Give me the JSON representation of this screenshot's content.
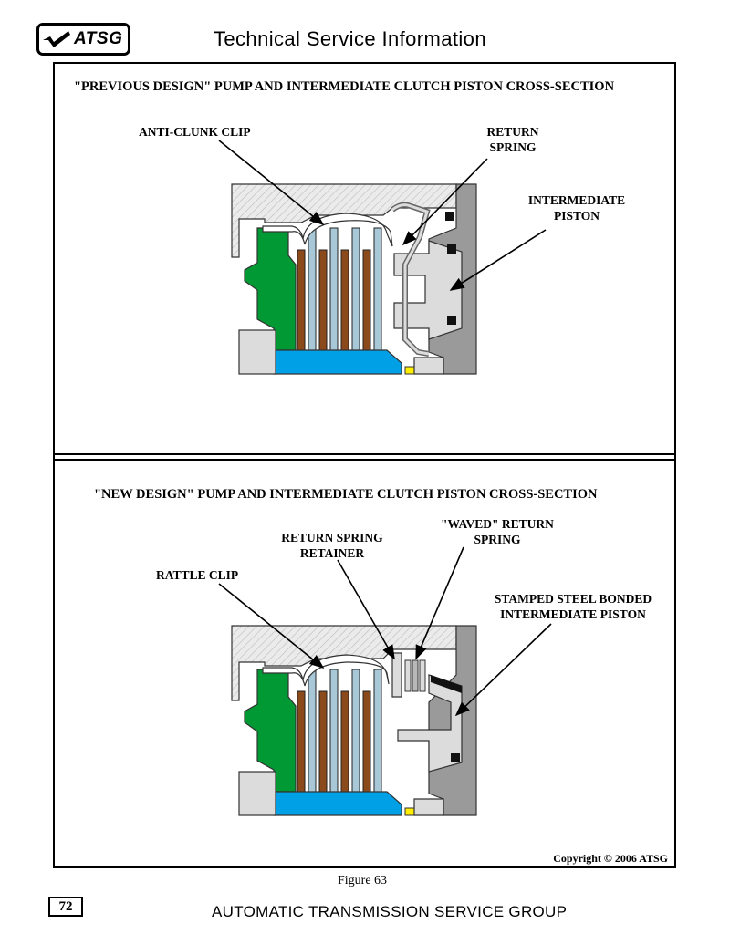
{
  "header": {
    "logo_text": "ATSG",
    "title": "Technical Service Information"
  },
  "top_section": {
    "title": "\"PREVIOUS DESIGN\" PUMP AND INTERMEDIATE CLUTCH PISTON CROSS-SECTION",
    "labels": {
      "anti_clunk_clip": "ANTI-CLUNK CLIP",
      "return_spring_1": "RETURN",
      "return_spring_2": "SPRING",
      "intermediate_piston_1": "INTERMEDIATE",
      "intermediate_piston_2": "PISTON"
    }
  },
  "bottom_section": {
    "title": "\"NEW DESIGN\" PUMP AND INTERMEDIATE CLUTCH PISTON CROSS-SECTION",
    "labels": {
      "return_spring_retainer_1": "RETURN SPRING",
      "return_spring_retainer_2": "RETAINER",
      "waved_return_spring_1": "\"WAVED\" RETURN",
      "waved_return_spring_2": "SPRING",
      "rattle_clip": "RATTLE CLIP",
      "stamped_piston_1": "STAMPED STEEL BONDED",
      "stamped_piston_2": "INTERMEDIATE PISTON"
    }
  },
  "copyright": "Copyright © 2006 ATSG",
  "figure_caption": "Figure 63",
  "page_number": "72",
  "footer": "AUTOMATIC TRANSMISSION SERVICE GROUP",
  "colors": {
    "housing": "#e6e6e6",
    "green_hub": "#009933",
    "blue_plate": "#00a0e6",
    "plate_light": "#a8c8d8",
    "friction": "#8b4a1c",
    "case_gray": "#9a9a9a",
    "piston_light": "#dcdcdc",
    "yellow": "#ffee00"
  }
}
